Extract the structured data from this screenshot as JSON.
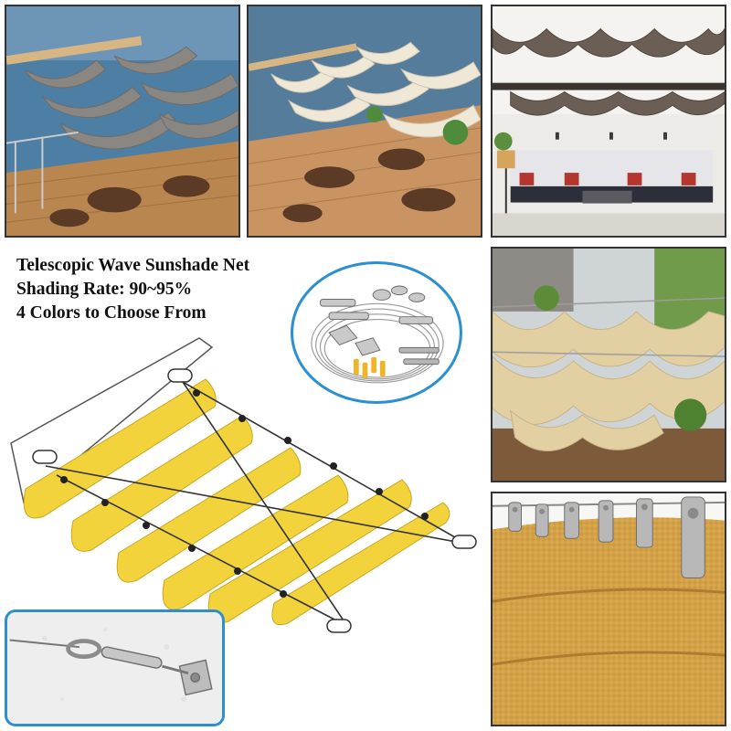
{
  "product": {
    "title": "Telescopic Wave Sunshade Net",
    "shading_rate": "Shading Rate: 90~95%",
    "colors_note": "4 Colors to Choose From"
  },
  "colors": {
    "frame_border": "#333333",
    "accent_blue": "#2b8fd0",
    "sail_yellow": "#f2d33c",
    "sail_gray": "#8a8782",
    "sail_cream": "#efe8d6",
    "sail_brown": "#6b5f55",
    "sail_tan": "#e2cfa2",
    "net_gold": "#d9a84e",
    "deck_wood": "#c08a52"
  },
  "icons": {
    "hardware_kit": "hardware-kit-icon",
    "turnbuckle": "turnbuckle-icon",
    "carabiner": "carabiner-icon",
    "eye_plate": "eye-plate-icon"
  }
}
